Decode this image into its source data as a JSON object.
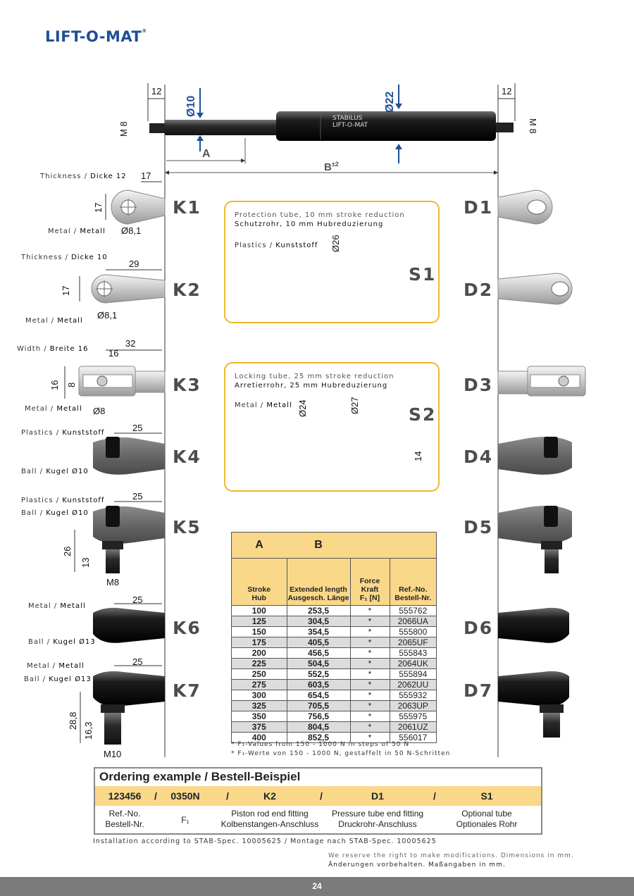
{
  "brand": {
    "name": "LIFT-O-MAT",
    "reg": "®"
  },
  "cylinder": {
    "dim_rod_end": "12",
    "dim_tube_end": "12",
    "thread_left": "M 8",
    "thread_right": "M 8",
    "rod_dia": "Ø10",
    "tube_dia": "Ø22",
    "stroke": "A",
    "length": "B",
    "length_tol": "±2",
    "tube_print1": "STABILUS",
    "tube_print2": "LIFT-O-MAT"
  },
  "codes": {
    "k1": "K1",
    "k2": "K2",
    "k3": "K3",
    "k4": "K4",
    "k5": "K5",
    "k6": "K6",
    "k7": "K7",
    "d1": "D1",
    "d2": "D2",
    "d3": "D3",
    "d4": "D4",
    "d5": "D5",
    "d6": "D6",
    "d7": "D7",
    "s1": "S1",
    "s2": "S2"
  },
  "fittings": {
    "k1": {
      "thick_en": "Thickness /",
      "thick_de": "Dicke 12",
      "w": "17",
      "h": "17",
      "mat_en": "Metal /",
      "mat_de": "Metall",
      "hole": "Ø8,1"
    },
    "k2": {
      "thick_en": "Thickness /",
      "thick_de": "Dicke 10",
      "w": "29",
      "h": "17",
      "mat_en": "Metal /",
      "mat_de": "Metall",
      "hole": "Ø8,1"
    },
    "k3": {
      "width_en": "Width /",
      "width_de": "Breite 16",
      "w1": "32",
      "w2": "16",
      "h1": "16",
      "h2": "8",
      "mat_en": "Metal /",
      "mat_de": "Metall",
      "pin": "Ø8"
    },
    "k4": {
      "plast_en": "Plastics /",
      "plast_de": "Kunststoff",
      "w": "25",
      "ball_en": "Ball /",
      "ball_de": "Kugel Ø10"
    },
    "k5": {
      "plast_en": "Plastics /",
      "plast_de": "Kunststoff",
      "w": "25",
      "ball_en": "Ball /",
      "ball_de": "Kugel Ø10",
      "h1": "26",
      "h2": "13",
      "thread": "M8"
    },
    "k6": {
      "mat_en": "Metal /",
      "mat_de": "Metall",
      "w": "25",
      "ball_en": "Ball /",
      "ball_de": "Kugel Ø13"
    },
    "k7": {
      "mat_en": "Metal /",
      "mat_de": "Metall",
      "w": "25",
      "ball_en": "Ball /",
      "ball_de": "Kugel Ø13",
      "h1": "28,8",
      "h2": "16,3",
      "thread": "M10"
    }
  },
  "s1": {
    "title_en": "Protection tube, 10 mm stroke reduction",
    "title_de": "Schutzrohr, 10 mm Hubreduzierung",
    "mat_en": "Plastics /",
    "mat_de": "Kunststoff",
    "dia": "Ø26"
  },
  "s2": {
    "title_en": "Locking tube, 25 mm stroke reduction",
    "title_de": "Arretierrohr, 25 mm Hubreduzierung",
    "mat_en": "Metal /",
    "mat_de": "Metall",
    "dia1": "Ø24",
    "dia2": "Ø27",
    "len": "14"
  },
  "table": {
    "top": [
      "A",
      "B"
    ],
    "headers": [
      [
        "Stroke",
        "Hub"
      ],
      [
        "Extended length",
        "Ausgesch. Länge"
      ],
      [
        "Force",
        "Kraft",
        "F₁ [N]"
      ],
      [
        "Ref.-No.",
        "Bestell-Nr."
      ]
    ],
    "rows": [
      [
        "100",
        "253,5",
        "*",
        "555762"
      ],
      [
        "125",
        "304,5",
        "*",
        "2066UA"
      ],
      [
        "150",
        "354,5",
        "*",
        "555800"
      ],
      [
        "175",
        "405,5",
        "*",
        "2065UF"
      ],
      [
        "200",
        "456,5",
        "*",
        "555843"
      ],
      [
        "225",
        "504,5",
        "*",
        "2064UK"
      ],
      [
        "250",
        "552,5",
        "*",
        "555894"
      ],
      [
        "275",
        "603,5",
        "*",
        "2062UU"
      ],
      [
        "300",
        "654,5",
        "*",
        "555932"
      ],
      [
        "325",
        "705,5",
        "*",
        "2063UP"
      ],
      [
        "350",
        "756,5",
        "*",
        "555975"
      ],
      [
        "375",
        "804,5",
        "*",
        "2061UZ"
      ],
      [
        "400",
        "852,5",
        "*",
        "556017"
      ]
    ],
    "note_en": "* F₁-Values from 150 - 1000 N in steps of 50 N",
    "note_de": "* F₁-Werte von 150 - 1000 N, gestaffelt in 50 N-Schritten"
  },
  "ordering": {
    "title": "Ordering example / Bestell-Beispiel",
    "values": [
      "123456",
      "0350N",
      "K2",
      "D1",
      "S1"
    ],
    "sep": "/",
    "labels": [
      [
        "Ref.-No.",
        "Bestell-Nr."
      ],
      [
        "F₁"
      ],
      [
        "Piston rod end fitting",
        "Kolbenstangen-Anschluss"
      ],
      [
        "Pressure tube end fitting",
        "Druckrohr-Anschluss"
      ],
      [
        "Optional tube",
        "Optionales Rohr"
      ]
    ]
  },
  "install": "Installation according to STAB-Spec. 10005625 / Montage nach STAB-Spec. 10005625",
  "reserve_en": "We reserve the right to make modifications. Dimensions in mm.",
  "reserve_de": "Änderungen vorbehalten. Maßangaben in mm.",
  "page": "24",
  "colors": {
    "brand": "#1f4f97",
    "accent": "#f0b82a",
    "table_header": "#fad88a",
    "footer_bar": "#7b7b7b",
    "orange_pin": "#e8502a"
  }
}
